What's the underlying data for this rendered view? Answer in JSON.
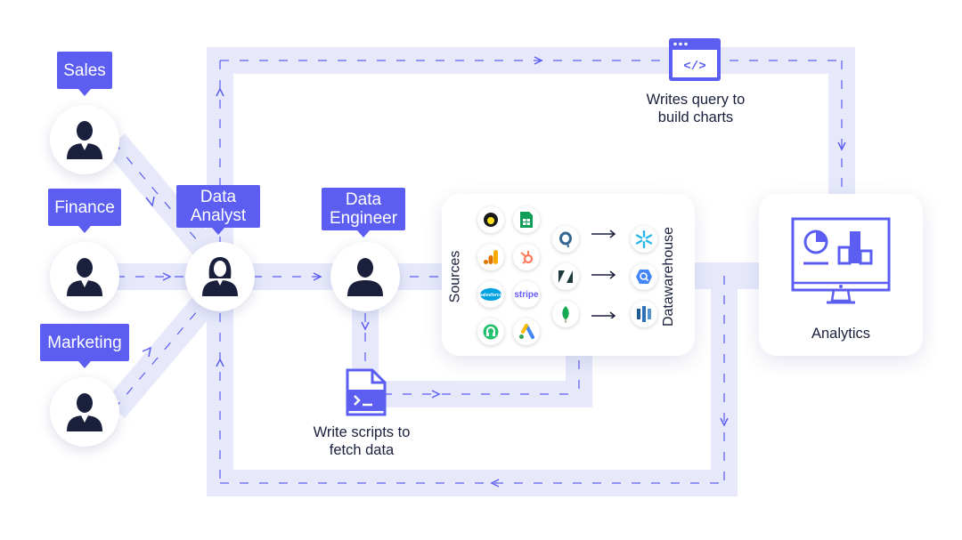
{
  "roles": {
    "sales": "Sales",
    "finance": "Finance",
    "marketing": "Marketing",
    "analyst_line1": "Data",
    "analyst_line2": "Analyst",
    "engineer_line1": "Data",
    "engineer_line2": "Engineer"
  },
  "captions": {
    "query_line1": "Writes query to",
    "query_line2": "build charts",
    "scripts_line1": "Write scripts to",
    "scripts_line2": "fetch data",
    "analytics": "Analytics"
  },
  "stack": {
    "sources_label": "Sources",
    "warehouse_label": "Datawarehouse",
    "source_logos": [
      "mailchimp-icon",
      "google-sheets-icon",
      "google-analytics-icon",
      "hubspot-icon",
      "salesforce-icon",
      "stripe-icon",
      "freshdesk-icon",
      "google-ads-icon"
    ],
    "middle_logos": [
      "postgresql-icon",
      "zendesk-icon",
      "mongodb-icon"
    ],
    "warehouse_logos": [
      "snowflake-icon",
      "bigquery-icon",
      "redshift-icon"
    ],
    "salesforce_text": "salesforce",
    "stripe_text": "stripe"
  },
  "colors": {
    "accent": "#5b5ef0",
    "path": "#e7e9fb",
    "text": "#1a1f3c"
  }
}
